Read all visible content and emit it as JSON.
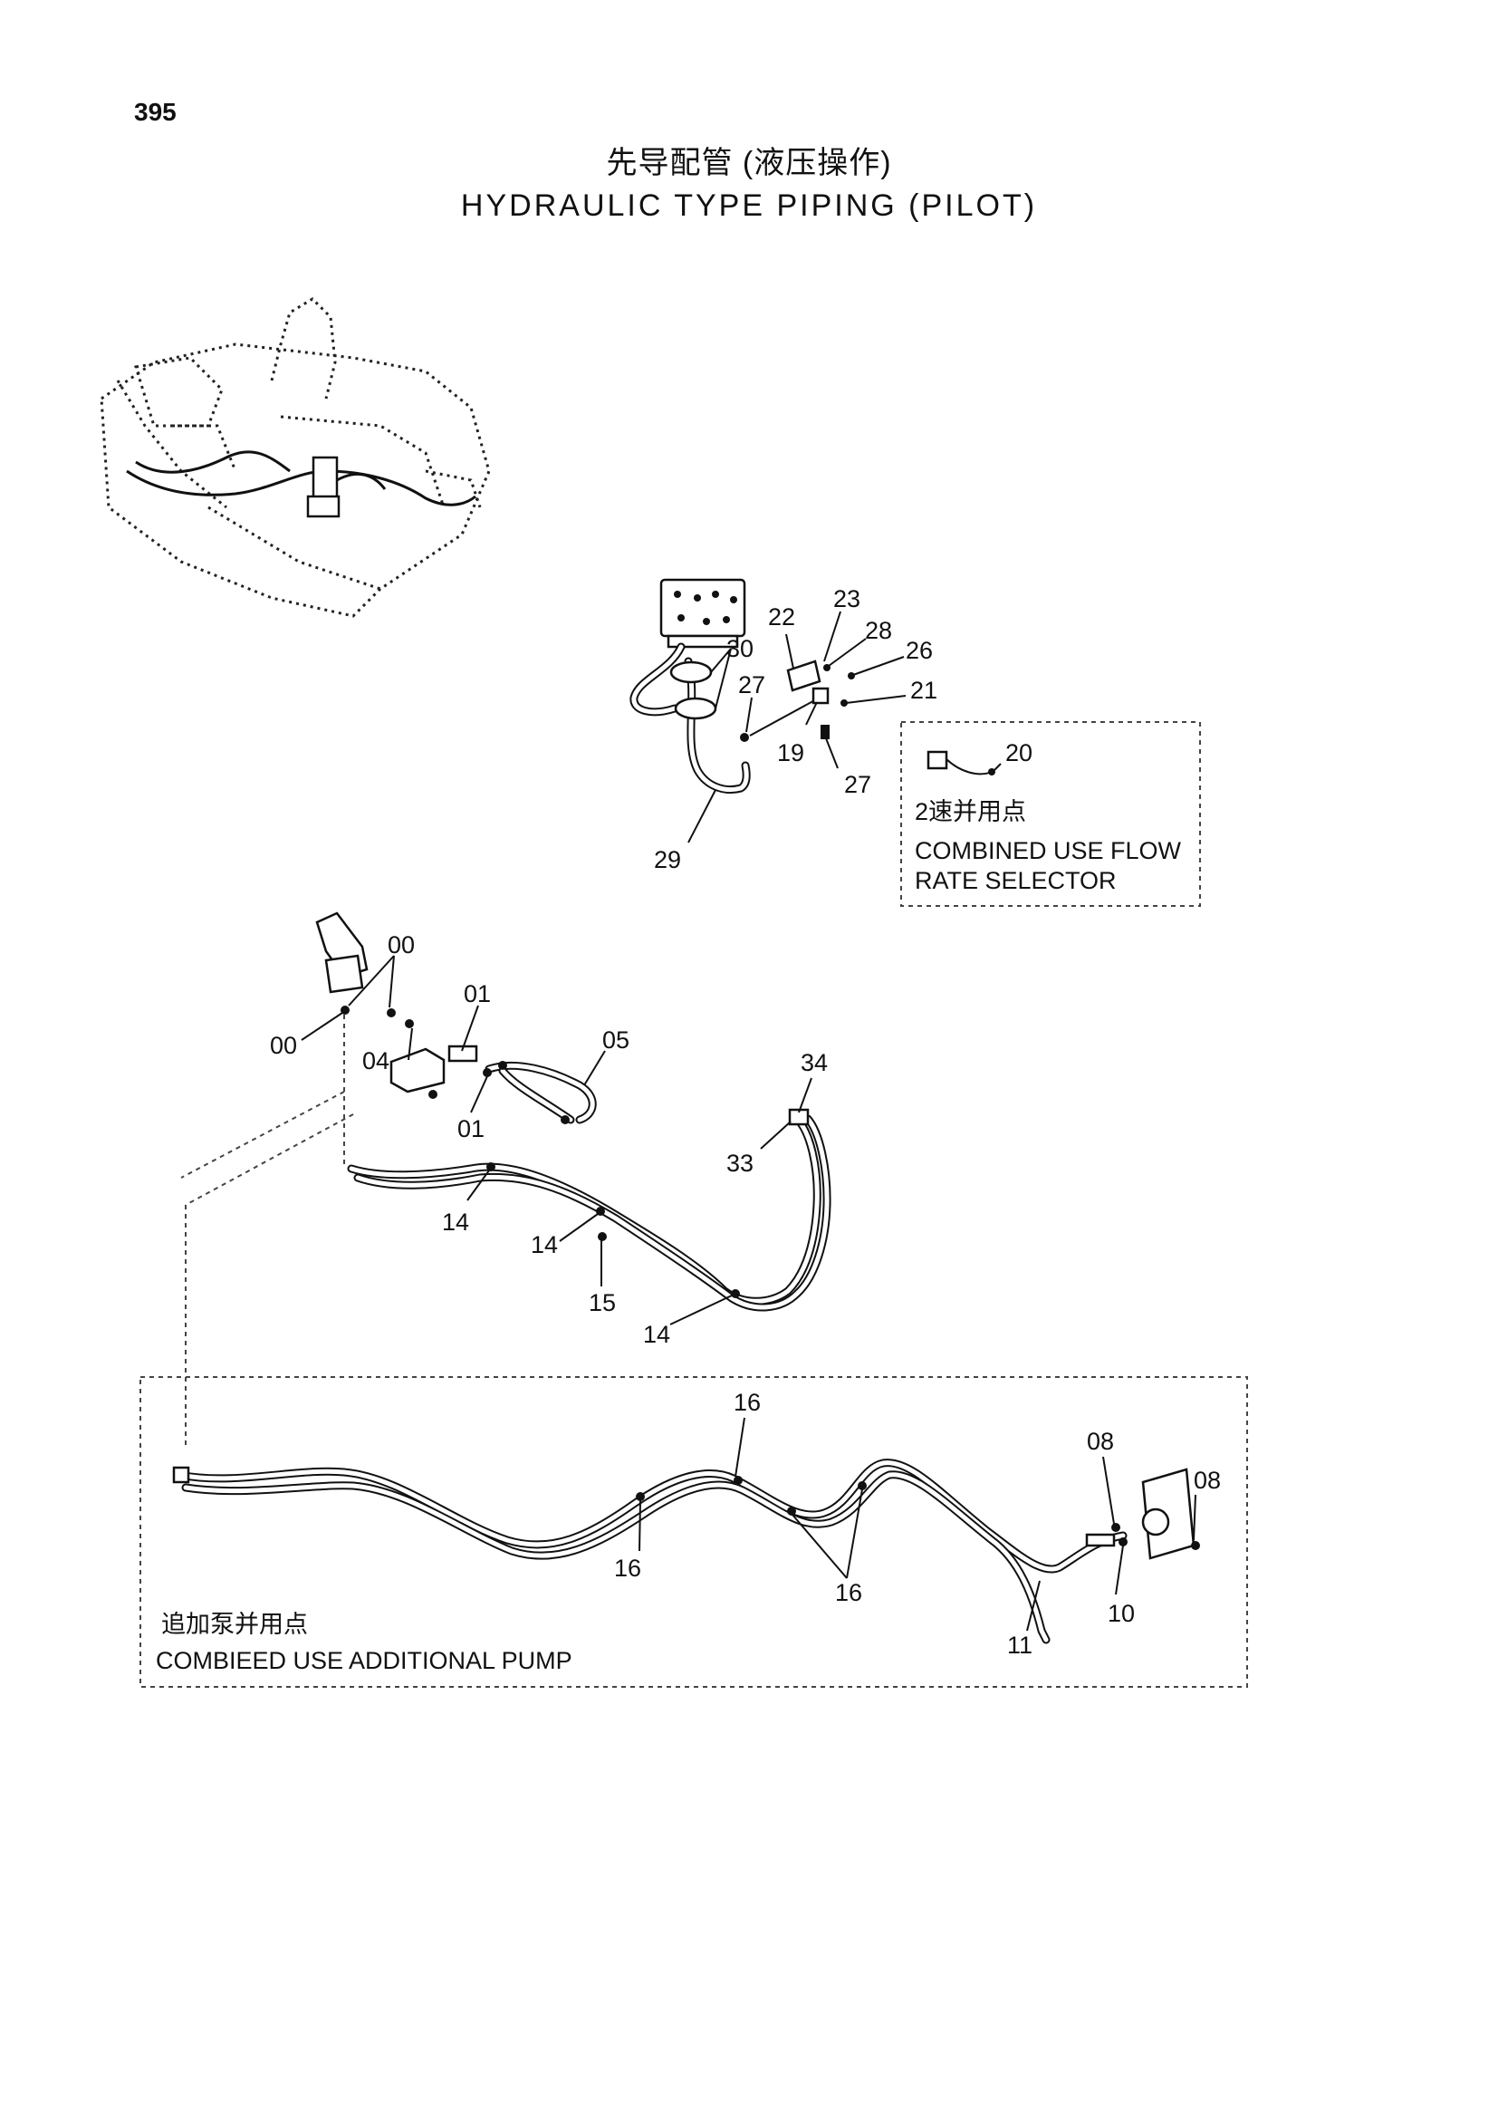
{
  "page": {
    "number": "395"
  },
  "title": {
    "cn": "先导配管 (液压操作)",
    "en": "HYDRAULIC TYPE PIPING (PILOT)"
  },
  "notes": {
    "flow_selector": {
      "cn": "2速并用点",
      "en_line1": "COMBINED USE FLOW",
      "en_line2": "RATE SELECTOR"
    },
    "additional_pump": {
      "cn": "追加泵并用点",
      "en": "COMBIEED USE ADDITIONAL PUMP"
    }
  },
  "callouts": {
    "c19": "19",
    "c20": "20",
    "c21": "21",
    "c22": "22",
    "c23": "23",
    "c26": "26",
    "c27a": "27",
    "c27b": "27",
    "c28": "28",
    "c29": "29",
    "c30": "30",
    "c00a": "00",
    "c00b": "00",
    "c01a": "01",
    "c01b": "01",
    "c04": "04",
    "c05": "05",
    "c14a": "14",
    "c14b": "14",
    "c14c": "14",
    "c15": "15",
    "c33": "33",
    "c34": "34",
    "c16a": "16",
    "c16b": "16",
    "c16c": "16",
    "c08a": "08",
    "c08b": "08",
    "c10": "10",
    "c11": "11"
  }
}
